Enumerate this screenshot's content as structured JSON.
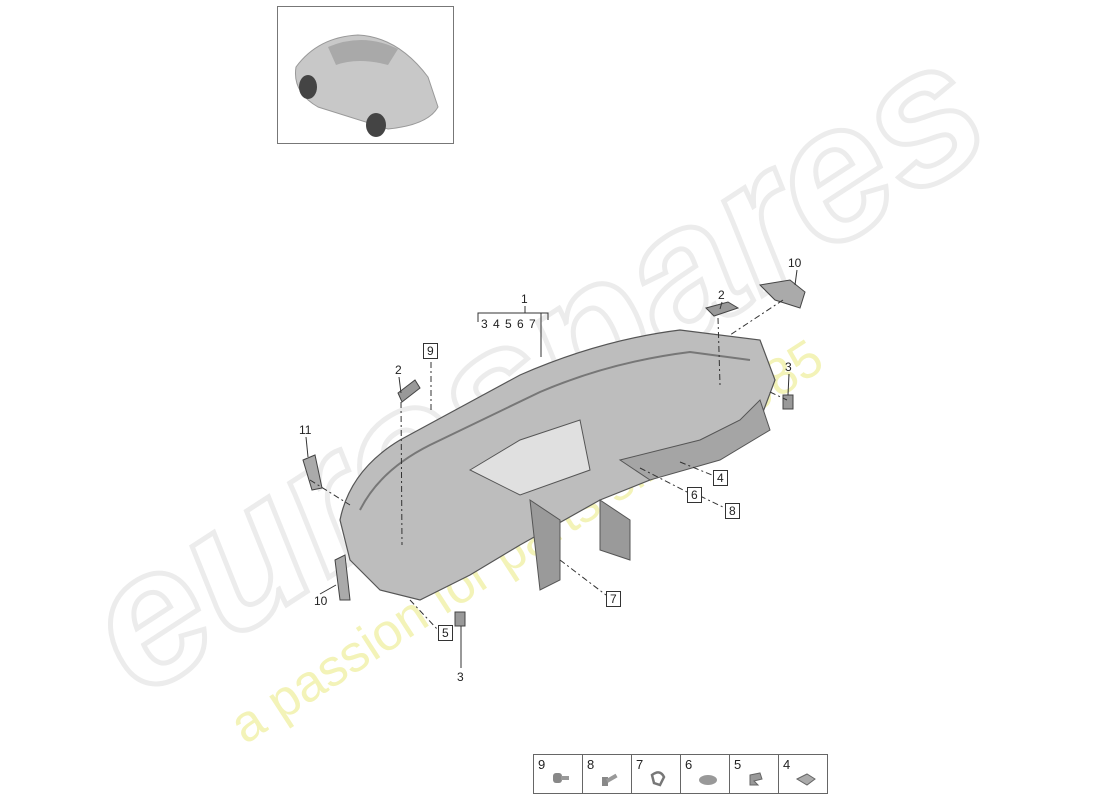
{
  "watermark": {
    "brand": "eurospares",
    "tagline": "a passion for parts since 1985"
  },
  "thumbnail": {
    "label": "vehicle-overview"
  },
  "callouts": {
    "main_part": "1",
    "main_part_includes": "3 4 5 6 7",
    "c9": "9",
    "c2_left": "2",
    "c11": "11",
    "c2_right": "2",
    "c10_right": "10",
    "c3_right": "3",
    "c4": "4",
    "c6": "6",
    "c8": "8",
    "c7": "7",
    "c10_left": "10",
    "c5": "5",
    "c3_left": "3"
  },
  "legend": [
    {
      "num": "9",
      "icon": "bolt-icon"
    },
    {
      "num": "8",
      "icon": "screw-icon"
    },
    {
      "num": "7",
      "icon": "clip-icon"
    },
    {
      "num": "6",
      "icon": "nut-plate-icon"
    },
    {
      "num": "5",
      "icon": "spring-clip-icon"
    },
    {
      "num": "4",
      "icon": "bracket-clip-icon"
    }
  ]
}
